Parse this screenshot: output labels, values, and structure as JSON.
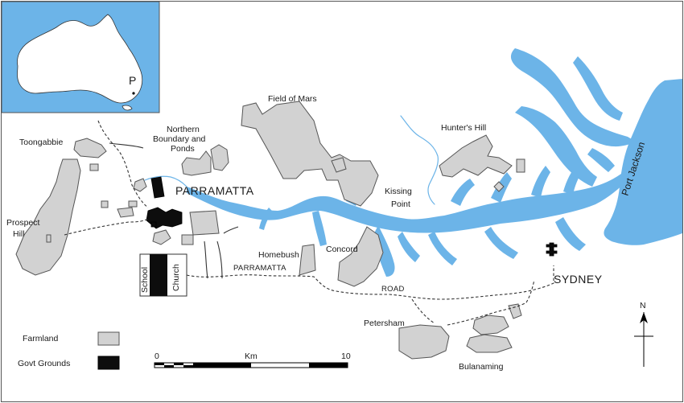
{
  "inset": {
    "marker": "P"
  },
  "labels": {
    "field_of_mars": "Field of Mars",
    "northern_boundary": [
      "Northern",
      "Boundary and",
      "Ponds"
    ],
    "toongabbie": "Toongabbie",
    "hunters_hill": "Hunter's Hill",
    "parramatta": "PARRAMATTA",
    "kissing_point": [
      "Kissing",
      "Point"
    ],
    "prospect_hill": [
      "Prospect",
      "Hill"
    ],
    "port_jackson": "Port Jackson",
    "homebush": "Homebush",
    "concord": "Concord",
    "parramatta_road": "PARRAMATTA",
    "road": "ROAD",
    "school": "School",
    "church": "Church",
    "sydney": "SYDNEY",
    "petersham": "Petersham",
    "bulanaming": "Bulanaming"
  },
  "legend": {
    "farmland": "Farmland",
    "govt_grounds": "Govt Grounds"
  },
  "scale_bar": {
    "start": "0",
    "unit": "Km",
    "end": "10"
  },
  "north_arrow": {
    "label": "N"
  },
  "colors": {
    "water": "#6cb4e8",
    "farmland": "#d2d2d2",
    "govt_grounds": "#0d0d0d"
  }
}
